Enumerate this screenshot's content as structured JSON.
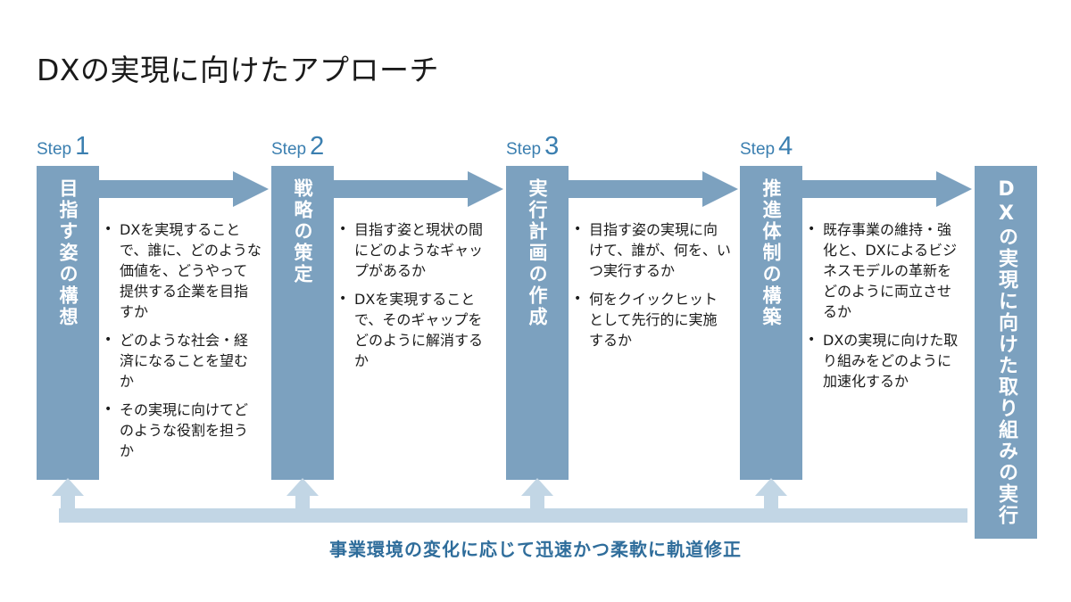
{
  "title": "DXの実現に向けたアプローチ",
  "steps": [
    {
      "label": "Step",
      "number": "1",
      "heading": "目指す姿の構想",
      "bullets": [
        "DXを実現することで、誰に、どのような価値を、どうやって提供する企業を目指すか",
        "どのような社会・経済になることを望むか",
        "その実現に向けてどのような役割を担うか"
      ]
    },
    {
      "label": "Step",
      "number": "2",
      "heading": "戦略の策定",
      "bullets": [
        "目指す姿と現状の間にどのようなギャップがあるか",
        "DXを実現することで、そのギャップをどのように解消するか"
      ]
    },
    {
      "label": "Step",
      "number": "3",
      "heading": "実行計画の作成",
      "bullets": [
        "目指す姿の実現に向けて、誰が、何を、いつ実行するか",
        "何をクイックヒットとして先行的に実施するか"
      ]
    },
    {
      "label": "Step",
      "number": "4",
      "heading": "推進体制の構築",
      "bullets": [
        "既存事業の維持・強化と、DXによるビジネスモデルの革新をどのように両立させるか",
        "DXの実現に向けた取り組みをどのように加速化するか"
      ]
    }
  ],
  "final": "DXの実現に向けた取り組みの実行",
  "footer": "事業環境の変化に応じて迅速かつ柔軟に軌道修正",
  "colors": {
    "column": "#7ca1bf",
    "arrow": "#7ca1bf",
    "feedback": "#c2d6e5",
    "step_label": "#3b7fb0",
    "footer_text": "#2f6d9b"
  }
}
